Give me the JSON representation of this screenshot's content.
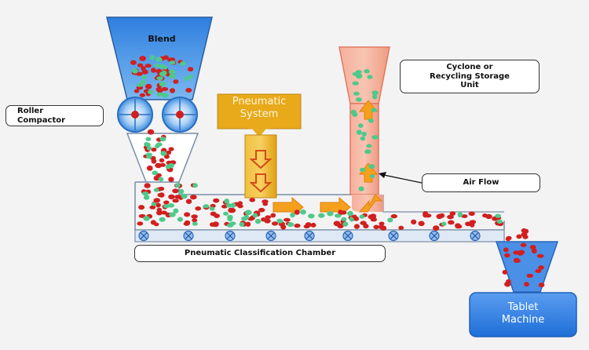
{
  "diagram": {
    "labels": {
      "blend": "Blend",
      "roller_compactor": "Roller\nCompactor",
      "pneumatic_system": "Pneumatic\nSystem",
      "cyclone": "Cyclone or\nRecycling Storage\nUnit",
      "air_flow": "Air Flow",
      "chamber": "Pneumatic Classification Chamber",
      "tablet_machine": "Tablet\nMachine"
    },
    "colors": {
      "hopper_blue": "#3f8de0",
      "roller_blue": "#5aa2e8",
      "pneumatic_gold": "#e8a91a",
      "cyclone_salmon": "#f2a089",
      "particle_red": "#d11f1f",
      "particle_green": "#4ec98a",
      "arrow_orange": "#f4a01c",
      "tablet_blue": "#2f7fe0"
    },
    "icons": [
      "roller-icon",
      "conveyor-wheel-icon",
      "arrow-down-icon",
      "arrow-right-icon",
      "arrow-up-icon"
    ]
  }
}
